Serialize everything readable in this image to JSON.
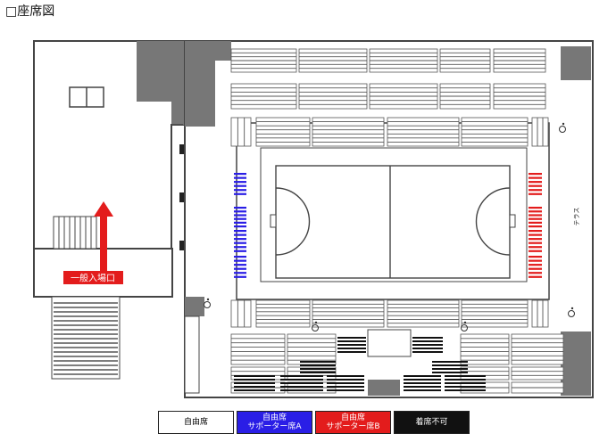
{
  "title": "□座席図",
  "labels": {
    "entrance": "一般入場口",
    "terrace": "テラス"
  },
  "legend": [
    {
      "key": "free",
      "line1": "自由席",
      "line2": "",
      "bg": "#ffffff",
      "fg": "#000000"
    },
    {
      "key": "supporterA",
      "line1": "自由席",
      "line2": "サポーター席A",
      "bg": "#2a1ee6",
      "fg": "#ffffff"
    },
    {
      "key": "supporterB",
      "line1": "自由席",
      "line2": "サポーター席B",
      "bg": "#e31c1c",
      "fg": "#ffffff"
    },
    {
      "key": "unavailable",
      "line1": "着席不可",
      "line2": "",
      "bg": "#111111",
      "fg": "#ffffff"
    }
  ],
  "colors": {
    "gray": "#777777",
    "supporterA": "#2a1ee6",
    "supporterB": "#e31c1c",
    "arrow": "#e31c1c",
    "unavailable": "#111111"
  }
}
